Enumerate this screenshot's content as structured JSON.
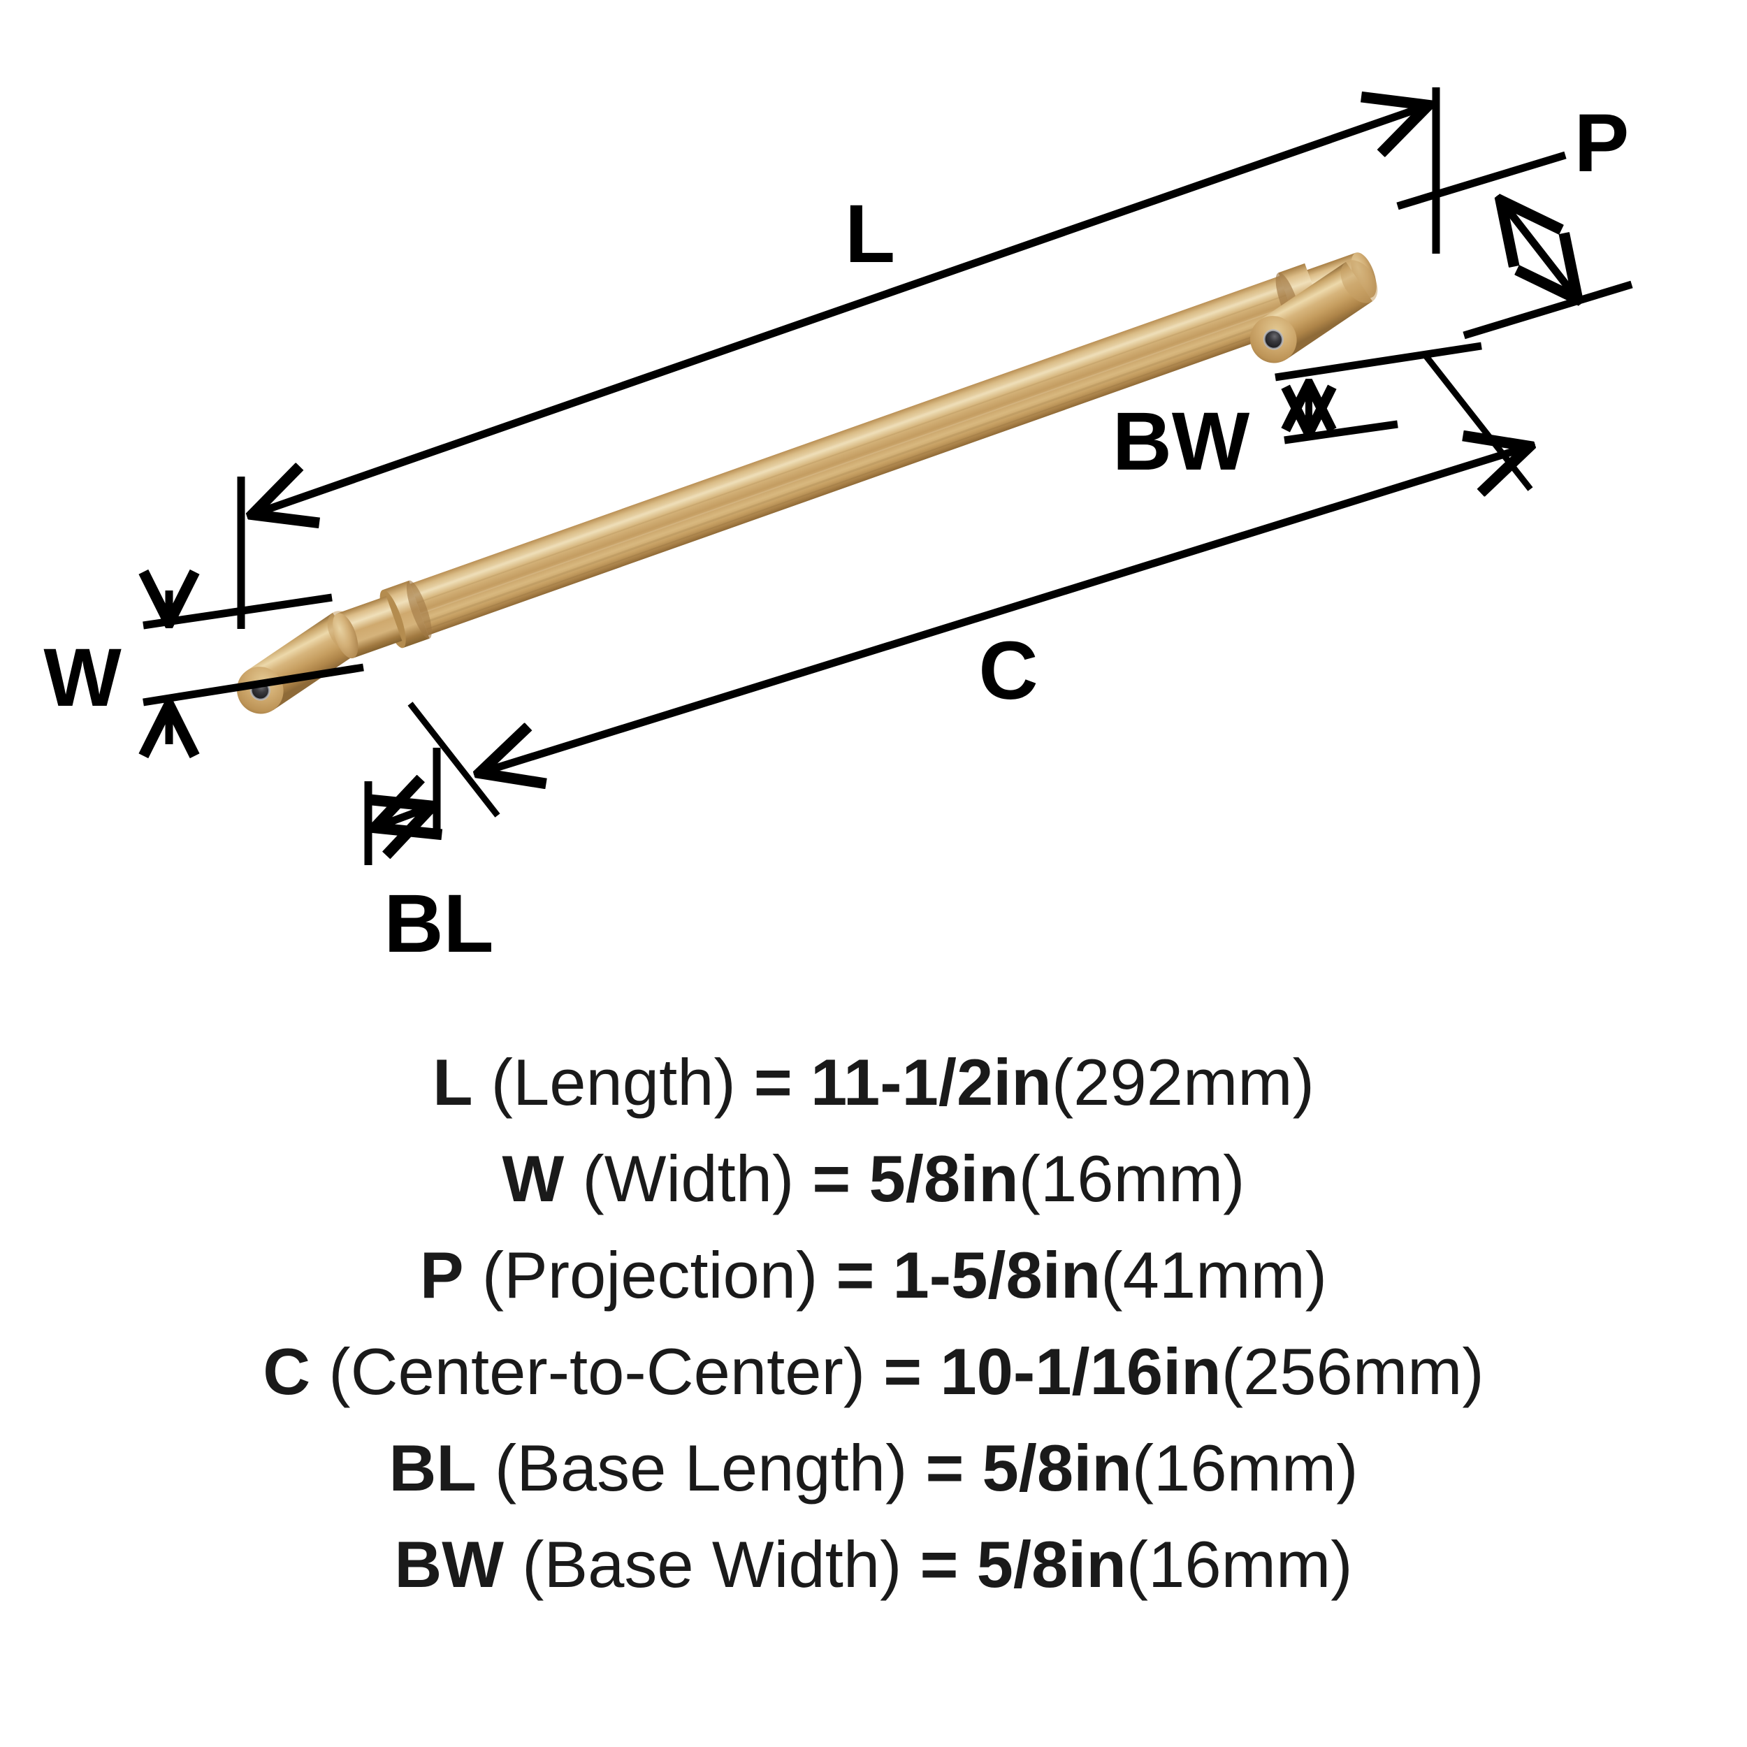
{
  "diagram": {
    "product": "T-bar cabinet pull",
    "finish_color": "#c9a065",
    "line_color": "#000000",
    "background_color": "#ffffff",
    "callouts": [
      {
        "key": "L",
        "label": "L",
        "name": "overall-length-callout"
      },
      {
        "key": "W",
        "label": "W",
        "name": "width-callout"
      },
      {
        "key": "P",
        "label": "P",
        "name": "projection-callout"
      },
      {
        "key": "C",
        "label": "C",
        "name": "center-to-center-callout"
      },
      {
        "key": "BL",
        "label": "BL",
        "name": "base-length-callout"
      },
      {
        "key": "BW",
        "label": "BW",
        "name": "base-width-callout"
      }
    ]
  },
  "legend": {
    "rows": [
      {
        "symbol": "L",
        "name": "(Length)",
        "equals": "=",
        "value": "11-1/2in",
        "metric": "(292mm)"
      },
      {
        "symbol": "W",
        "name": "(Width)",
        "equals": "=",
        "value": "5/8in",
        "metric": "(16mm)"
      },
      {
        "symbol": "P",
        "name": "(Projection)",
        "equals": "=",
        "value": "1-5/8in",
        "metric": "(41mm)"
      },
      {
        "symbol": "C",
        "name": "(Center-to-Center)",
        "equals": "=",
        "value": "10-1/16in",
        "metric": "(256mm)"
      },
      {
        "symbol": "BL",
        "name": "(Base Length)",
        "equals": "=",
        "value": "5/8in",
        "metric": "(16mm)"
      },
      {
        "symbol": "BW",
        "name": "(Base Width)",
        "equals": "=",
        "value": "5/8in",
        "metric": "(16mm)"
      }
    ]
  }
}
